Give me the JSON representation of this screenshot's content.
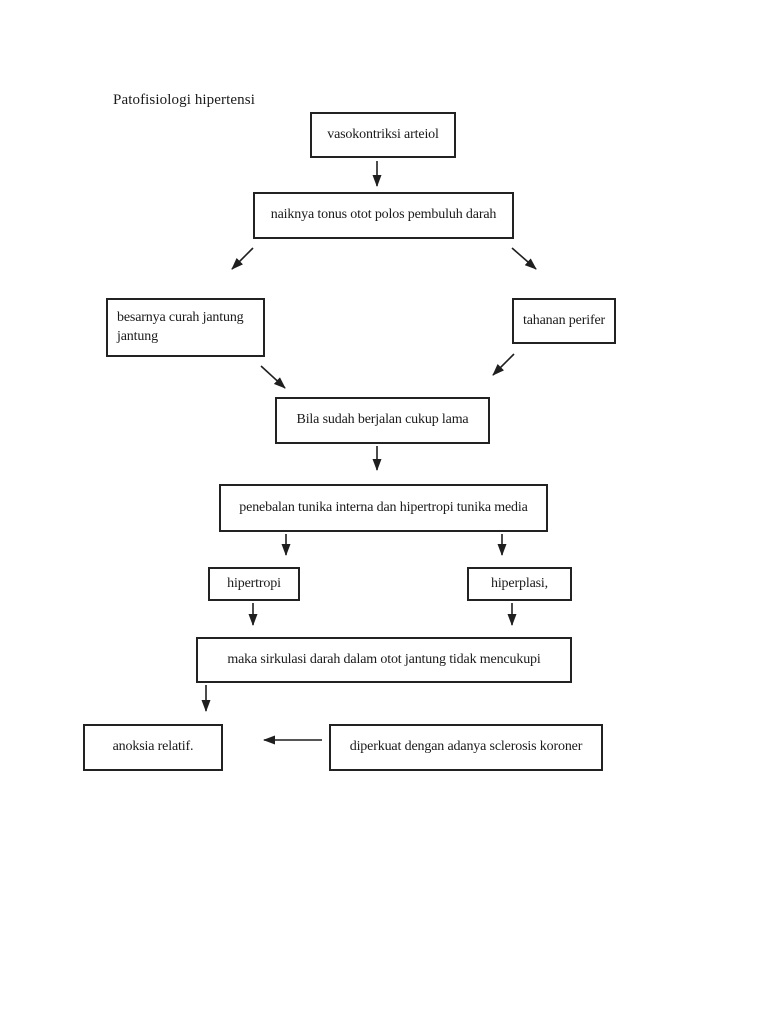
{
  "page": {
    "title": "Patofisiologi hipertensi",
    "background": "#ffffff"
  },
  "colors": {
    "box_border": "#222222",
    "text": "#1a1a1a",
    "arrow": "#1f1f1f"
  },
  "nodes": {
    "vasokontriksi": {
      "label": "vasokontriksi arteiol"
    },
    "naiknya": {
      "label": "naiknya tonus otot polos pembuluh darah"
    },
    "besarnya": {
      "lines": [
        "besarnya curah jantung",
        "jantung"
      ]
    },
    "tahanan": {
      "label": "tahanan perifer"
    },
    "bila": {
      "label": "Bila sudah berjalan cukup lama"
    },
    "penebalan": {
      "label": "penebalan tunika interna dan hipertropi tunika media"
    },
    "hipertropi": {
      "label": "hipertropi"
    },
    "hiperplasi": {
      "label": "hiperplasi,"
    },
    "maka": {
      "label": "maka sirkulasi darah dalam otot jantung tidak mencukupi"
    },
    "anoksia": {
      "label": "anoksia relatif."
    },
    "diperkuat": {
      "label": "diperkuat dengan adanya sclerosis koroner"
    }
  },
  "edges": [
    {
      "from": "vasokontriksi",
      "to": "naiknya",
      "direction": "down"
    },
    {
      "from": "naiknya",
      "to": "besarnya",
      "direction": "down-left"
    },
    {
      "from": "naiknya",
      "to": "tahanan",
      "direction": "down-right"
    },
    {
      "from": "besarnya",
      "to": "bila",
      "direction": "down-right"
    },
    {
      "from": "tahanan",
      "to": "bila",
      "direction": "down-left"
    },
    {
      "from": "bila",
      "to": "penebalan",
      "direction": "down"
    },
    {
      "from": "penebalan",
      "to": "hipertropi",
      "direction": "down"
    },
    {
      "from": "penebalan",
      "to": "hiperplasi",
      "direction": "down"
    },
    {
      "from": "hipertropi",
      "to": "maka",
      "direction": "down"
    },
    {
      "from": "hiperplasi",
      "to": "maka",
      "direction": "down"
    },
    {
      "from": "maka",
      "to": "anoksia",
      "direction": "down"
    },
    {
      "from": "diperkuat",
      "to": "anoksia",
      "direction": "left"
    }
  ]
}
